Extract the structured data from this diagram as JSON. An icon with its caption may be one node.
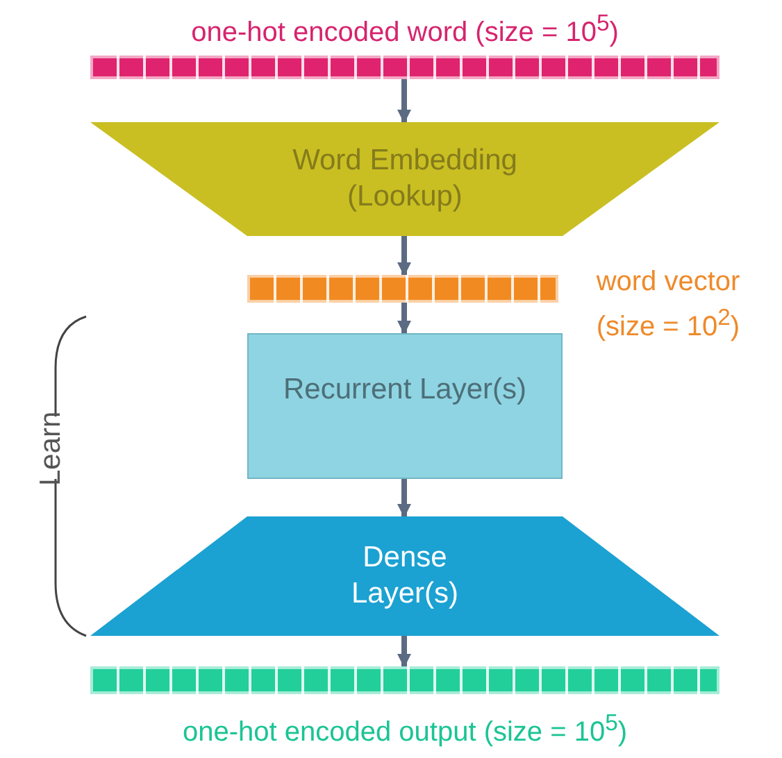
{
  "diagram": {
    "nodes": [
      {
        "text": [],
        "shape": "bar",
        "beside": [
          "one-hot encoded word (size = 10$^{5}$)"
        ]
      },
      {
        "text": [
          "Word Embedding (Lookup)"
        ]
      },
      {
        "text": [],
        "shape": "bar",
        "beside": [
          "word vector (size = 10$^{2}$)"
        ]
      },
      {
        "text": [
          "Recurrent Layer(s)"
        ]
      },
      {
        "text": [
          "Dense Layer(s)"
        ]
      },
      {
        "text": [],
        "shape": "bar",
        "beside": [
          "one-hot encoded output (size = 10$^{5}$)"
        ]
      }
    ],
    "edges": [
      {
        "from": 0,
        "to": 1,
        "arrow": "to"
      },
      {
        "from": 1,
        "to": 2,
        "arrow": "to"
      },
      {
        "from": 2,
        "to": 3,
        "arrow": "to"
      },
      {
        "from": 3,
        "to": 4,
        "arrow": "to"
      },
      {
        "from": 4,
        "to": 5,
        "arrow": "to"
      }
    ],
    "labels": [
      "Learn"
    ]
  }
}
